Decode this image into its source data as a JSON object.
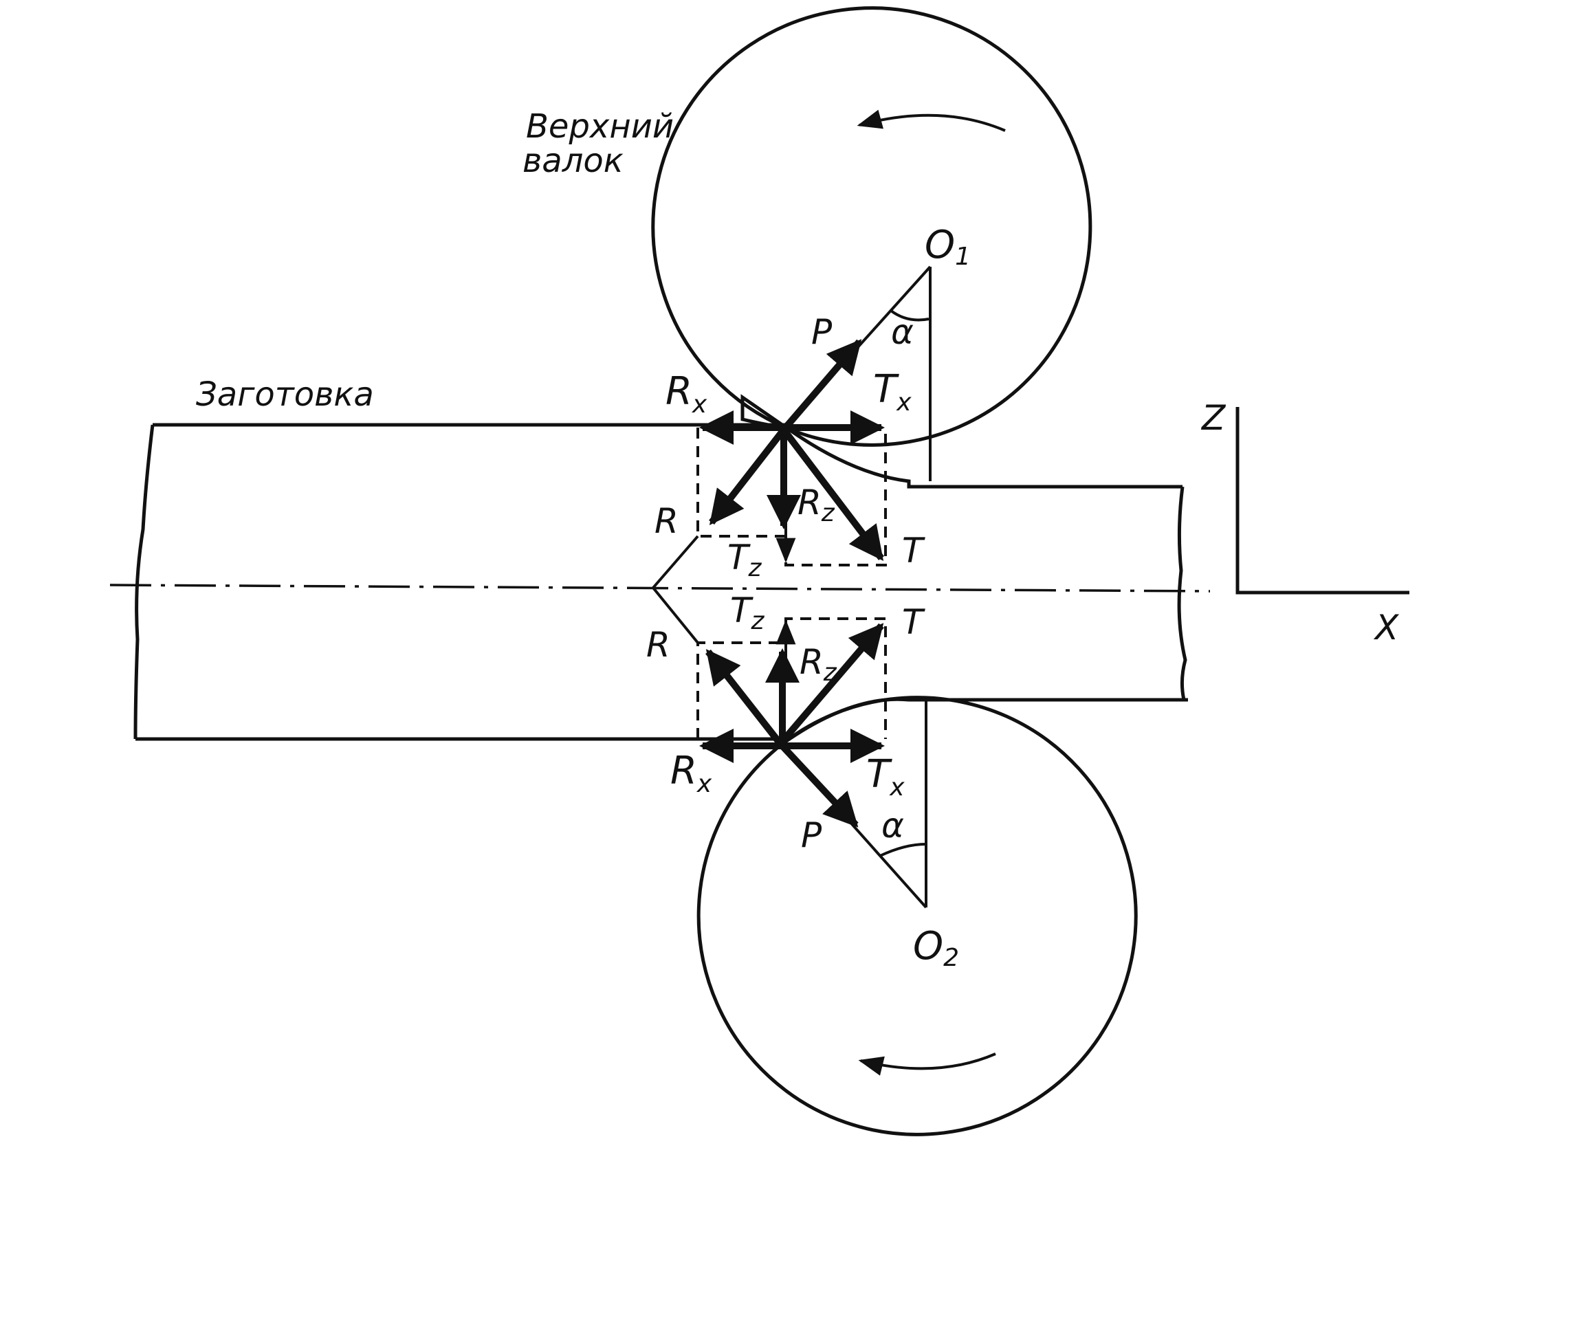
{
  "texts": {
    "upper_roll": [
      "Верхний",
      "валок"
    ],
    "workpiece": "Заготовка",
    "o1": "O",
    "o1_sub": "1",
    "o2": "O",
    "o2_sub": "2",
    "alpha": "α",
    "p": "P",
    "rx": "R",
    "rx_sub": "x",
    "tx": "T",
    "tx_sub": "x",
    "r": "R",
    "rz": "R",
    "rz_sub": "z",
    "tz": "T",
    "tz_sub": "z",
    "t": "T",
    "axis_z": "Z",
    "axis_x": "X"
  },
  "colors": {
    "ink": "#111111",
    "background": "#ffffff"
  }
}
